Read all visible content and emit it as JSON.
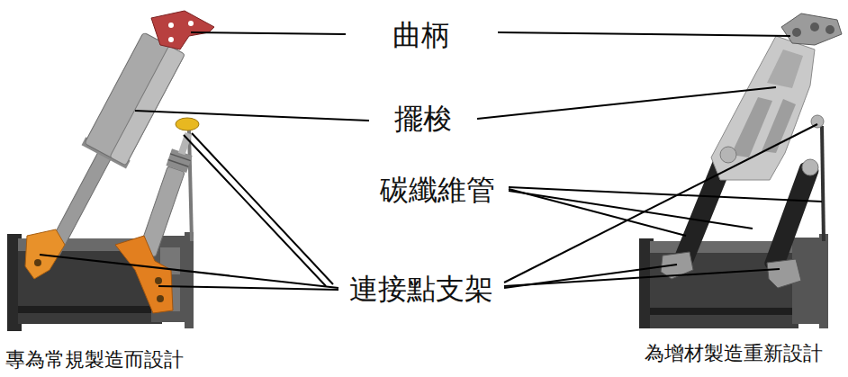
{
  "diagram": {
    "labels": [
      "曲柄",
      "擺梭",
      "碳纖維管",
      "連接點支架",
      "專為常規製造而設計",
      "為增材製造重新設計"
    ]
  }
}
